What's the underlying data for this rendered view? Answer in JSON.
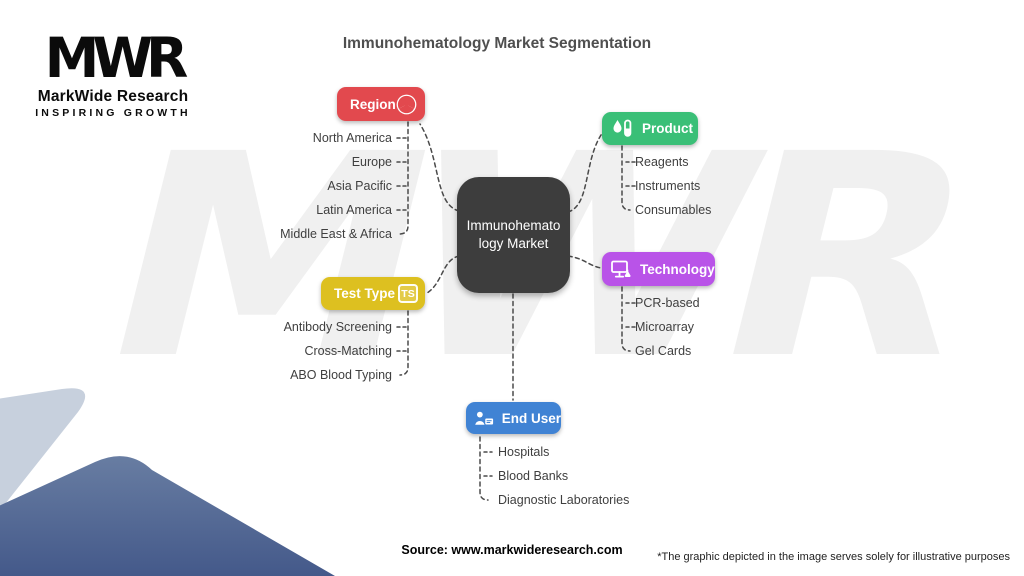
{
  "title": "Immunohematology Market Segmentation",
  "logo": {
    "monogram": "MWR",
    "name": "MarkWide Research",
    "tagline": "INSPIRING GROWTH"
  },
  "watermark": "MWR",
  "center": {
    "label": "Immunohematology Market"
  },
  "segments": [
    {
      "id": "region",
      "label": "Region",
      "icon": "globe-icon",
      "color": "#e2494e",
      "items": [
        "North America",
        "Europe",
        "Asia Pacific",
        "Latin America",
        "Middle East & Africa"
      ]
    },
    {
      "id": "product",
      "label": "Product",
      "icon": "blood-sample-icon",
      "color": "#3abf77",
      "items": [
        "Reagents",
        "Instruments",
        "Consumables"
      ]
    },
    {
      "id": "technology",
      "label": "Technology",
      "icon": "monitor-lab-icon",
      "color": "#b953e8",
      "items": [
        "PCR-based",
        "Microarray",
        "Gel Cards"
      ]
    },
    {
      "id": "test_type",
      "label": "Test Type",
      "icon": "ts-badge-icon",
      "badge": "TS",
      "color": "#ddc020",
      "items": [
        "Antibody Screening",
        "Cross-Matching",
        "ABO Blood Typing"
      ]
    },
    {
      "id": "end_user",
      "label": "End User",
      "icon": "user-card-icon",
      "color": "#4083d4",
      "items": [
        "Hospitals",
        "Blood Banks",
        "Diagnostic Laboratories"
      ]
    }
  ],
  "footer": {
    "source": "Source: www.markwideresearch.com",
    "disclaimer": "*The graphic depicted in the image serves solely for illustrative purposes"
  },
  "colors": {
    "region": "#e2494e",
    "product": "#3abf77",
    "technology": "#b953e8",
    "test_type": "#ddc020",
    "end_user": "#4083d4",
    "center_box": "#3d3d3d",
    "connector": "#4a4a4a",
    "title_text": "#4f4f4f",
    "item_text": "#3f3f3f",
    "watermark": "#f0f0f0",
    "corner_light": "#c7d0dd",
    "corner_blue_top": "#687da2",
    "corner_blue_bottom": "#44598a"
  }
}
